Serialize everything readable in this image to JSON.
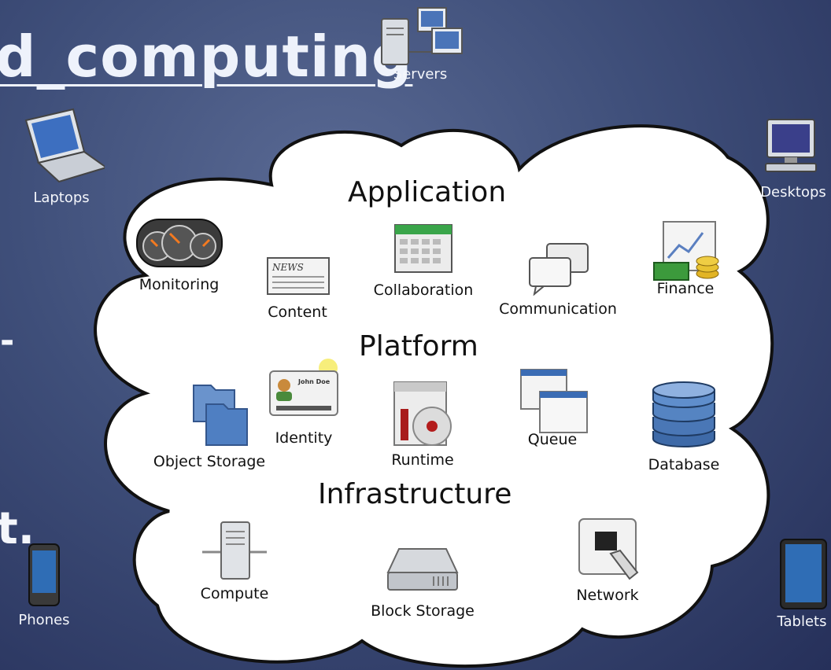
{
  "title_fragment": "d_computing",
  "edge_fragments": {
    "dash": "-",
    "tail": "t."
  },
  "devices": {
    "servers": "Servers",
    "laptops": "Laptops",
    "desktops": "Desktops",
    "phones": "Phones",
    "tablets": "Tablets"
  },
  "layers": {
    "application": {
      "title": "Application",
      "items": [
        "Monitoring",
        "Content",
        "Collaboration",
        "Communication",
        "Finance"
      ]
    },
    "platform": {
      "title": "Platform",
      "items": [
        "Object Storage",
        "Identity",
        "Runtime",
        "Queue",
        "Database"
      ]
    },
    "infrastructure": {
      "title": "Infrastructure",
      "items": [
        "Compute",
        "Block Storage",
        "Network"
      ]
    }
  },
  "icons": {
    "servers": "server-icon",
    "laptops": "laptop-icon",
    "desktops": "desktop-icon",
    "phones": "phone-icon",
    "tablets": "tablet-icon",
    "monitoring": "dashboard-gauge-icon",
    "content": "newspaper-icon",
    "collaboration": "calendar-icon",
    "communication": "chat-bubbles-icon",
    "finance": "money-chart-icon",
    "object_storage": "folder-icon",
    "identity": "id-card-icon",
    "runtime": "disc-package-icon",
    "queue": "windows-icon",
    "database": "database-icon",
    "compute": "tower-server-icon",
    "block_storage": "hard-drive-icon",
    "network": "ethernet-port-icon"
  },
  "colors": {
    "background": "#3f4f7a",
    "cloud_fill": "#ffffff",
    "text_on_bg": "#f4f6fb"
  }
}
